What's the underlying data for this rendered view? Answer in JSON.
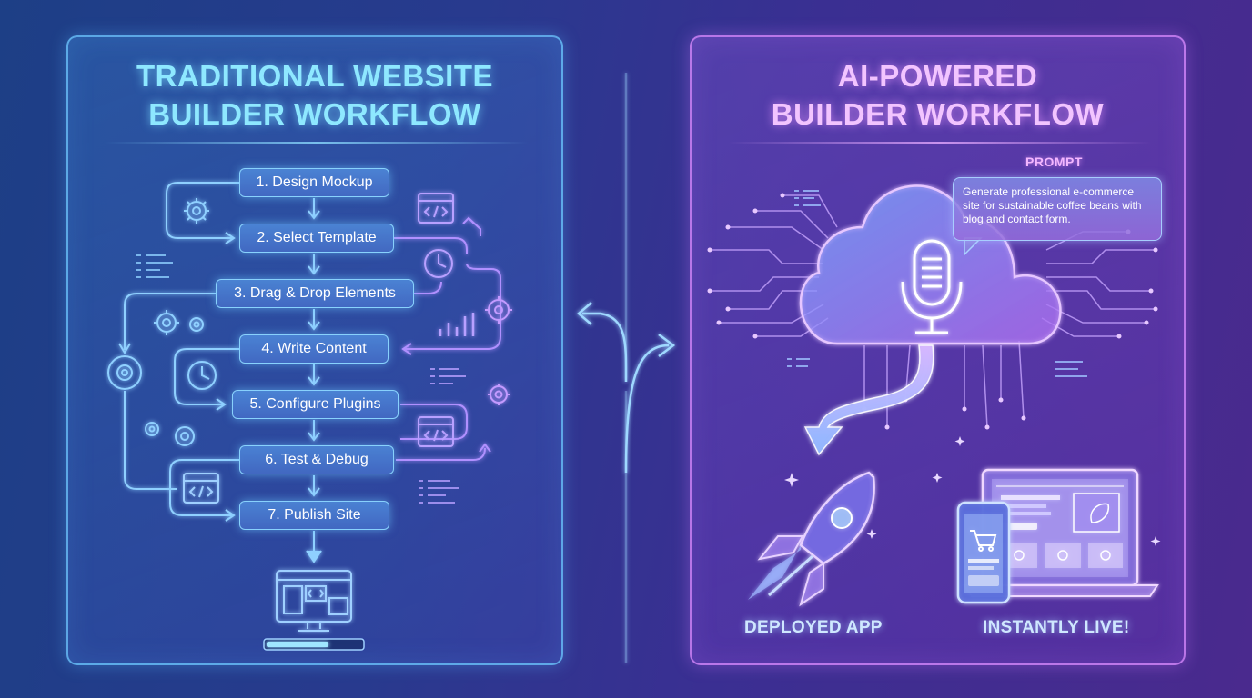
{
  "left_panel": {
    "title_line1": "TRADITIONAL WEBSITE",
    "title_line2": "BUILDER WORKFLOW",
    "steps": [
      "1. Design Mockup",
      "2. Select Template",
      "3. Drag & Drop Elements",
      "4. Write Content",
      "5. Configure Plugins",
      "6. Test & Debug",
      "7. Publish Site"
    ],
    "icons": [
      "gear-icon",
      "code-window-icon",
      "clock-icon",
      "bar-chart-icon",
      "monitor-icon",
      "progress-bar-icon"
    ]
  },
  "right_panel": {
    "title_line1": "AI-POWERED",
    "title_line2": "BUILDER WORKFLOW",
    "prompt_label": "PROMPT",
    "prompt_text": "Generate professional e-commerce site for sustainable coffee beans with blog and contact form.",
    "caption_left": "DEPLOYED APP",
    "caption_right": "INSTANTLY LIVE!",
    "icons": [
      "cloud-icon",
      "microphone-icon",
      "rocket-icon",
      "phone-icon",
      "laptop-icon",
      "shopping-cart-icon"
    ]
  },
  "colors": {
    "left_accent": "#8ee8ff",
    "right_accent": "#f2c4ff",
    "step_fill": "#5a8adc"
  }
}
